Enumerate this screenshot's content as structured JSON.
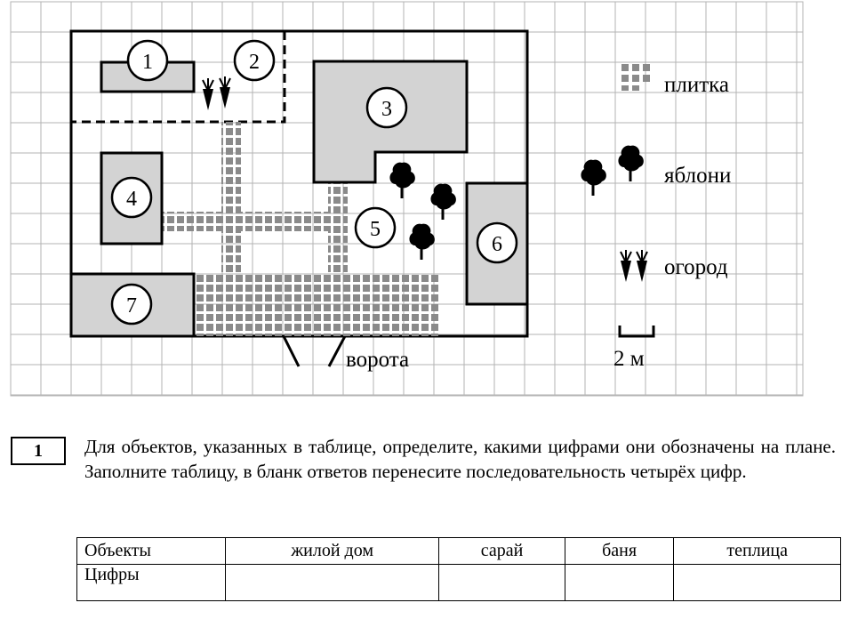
{
  "plan": {
    "numbers": [
      "1",
      "2",
      "3",
      "4",
      "5",
      "6",
      "7"
    ],
    "gate_label": "ворота",
    "legend": {
      "tile": "плитка",
      "apple_trees": "яблони",
      "garden": "огород",
      "scale": "2 м"
    }
  },
  "task": {
    "number": "1",
    "text": "Для объектов, указанных в таблице, определите, какими цифрами они обозначены на плане. Заполните таблицу, в бланк ответов перенесите последовательность четырёх цифр."
  },
  "table": {
    "row1": [
      "Объекты",
      "жилой дом",
      "сарай",
      "баня",
      "теплица"
    ],
    "row2_header": "Цифры",
    "row2_values": [
      "",
      "",
      "",
      ""
    ]
  }
}
